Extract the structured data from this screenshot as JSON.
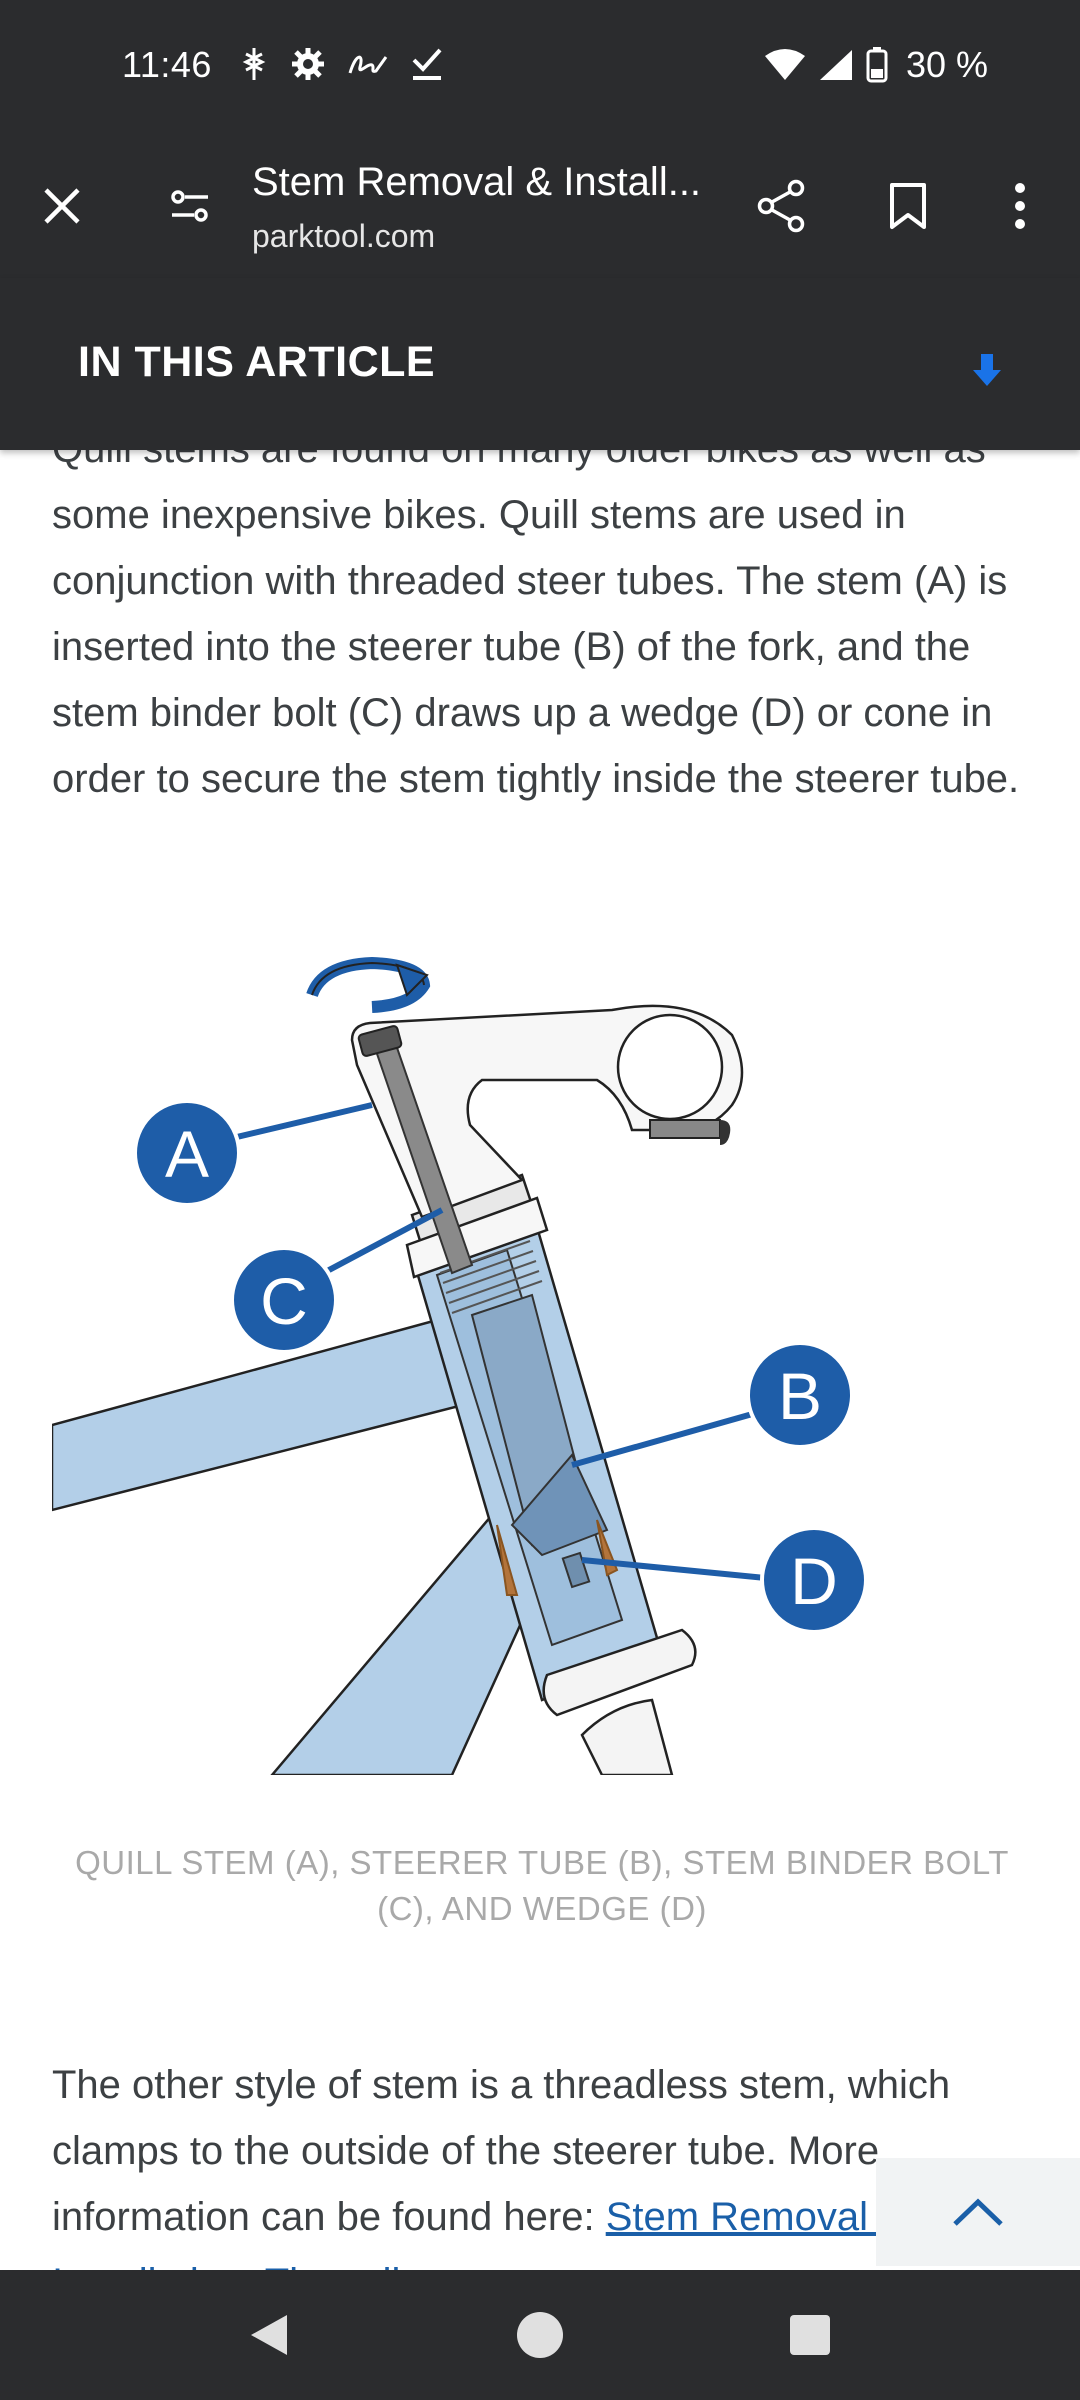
{
  "status_bar": {
    "time": "11:46",
    "battery_text": "30 %",
    "icons_left": [
      "sync-icon",
      "gear-icon",
      "signature-icon",
      "check-download-icon"
    ],
    "icons_right": [
      "wifi-icon",
      "signal-icon",
      "battery-icon"
    ]
  },
  "toolbar": {
    "title": "Stem Removal & Install...",
    "url": "parktool.com",
    "close_icon": "close-icon",
    "site_settings_icon": "site-settings-icon",
    "share_icon": "share-icon",
    "bookmark_icon": "bookmark-icon",
    "menu_icon": "more-vert-icon"
  },
  "article_header": {
    "title": "IN THIS ARTICLE",
    "arrow_color": "#1a73e8"
  },
  "article": {
    "para1": "Quill stems are found on many older bikes as well as some inexpensive bikes. Quill stems are used in conjunction with threaded steer tubes. The stem (A) is inserted into the steerer tube (B) of the fork, and the stem binder bolt (C) draws up a wedge (D) or cone in order to secure the stem tightly inside the steerer tube.",
    "figure_labels": {
      "a": "A",
      "b": "B",
      "c": "C",
      "d": "D"
    },
    "caption": "QUILL STEM (A), STEERER TUBE (B), STEM BINDER BOLT (C), AND WEDGE (D)",
    "para2_text": "The other style of stem is a threadless stem, which clamps to the outside of the steerer tube. More information can be found here: ",
    "para2_link": "Stem Removal & Installation: Threadless"
  },
  "colors": {
    "dark_bar": "#2b2c2e",
    "callout_blue": "#1e5da8",
    "tube_blue": "#b3cfe8"
  }
}
